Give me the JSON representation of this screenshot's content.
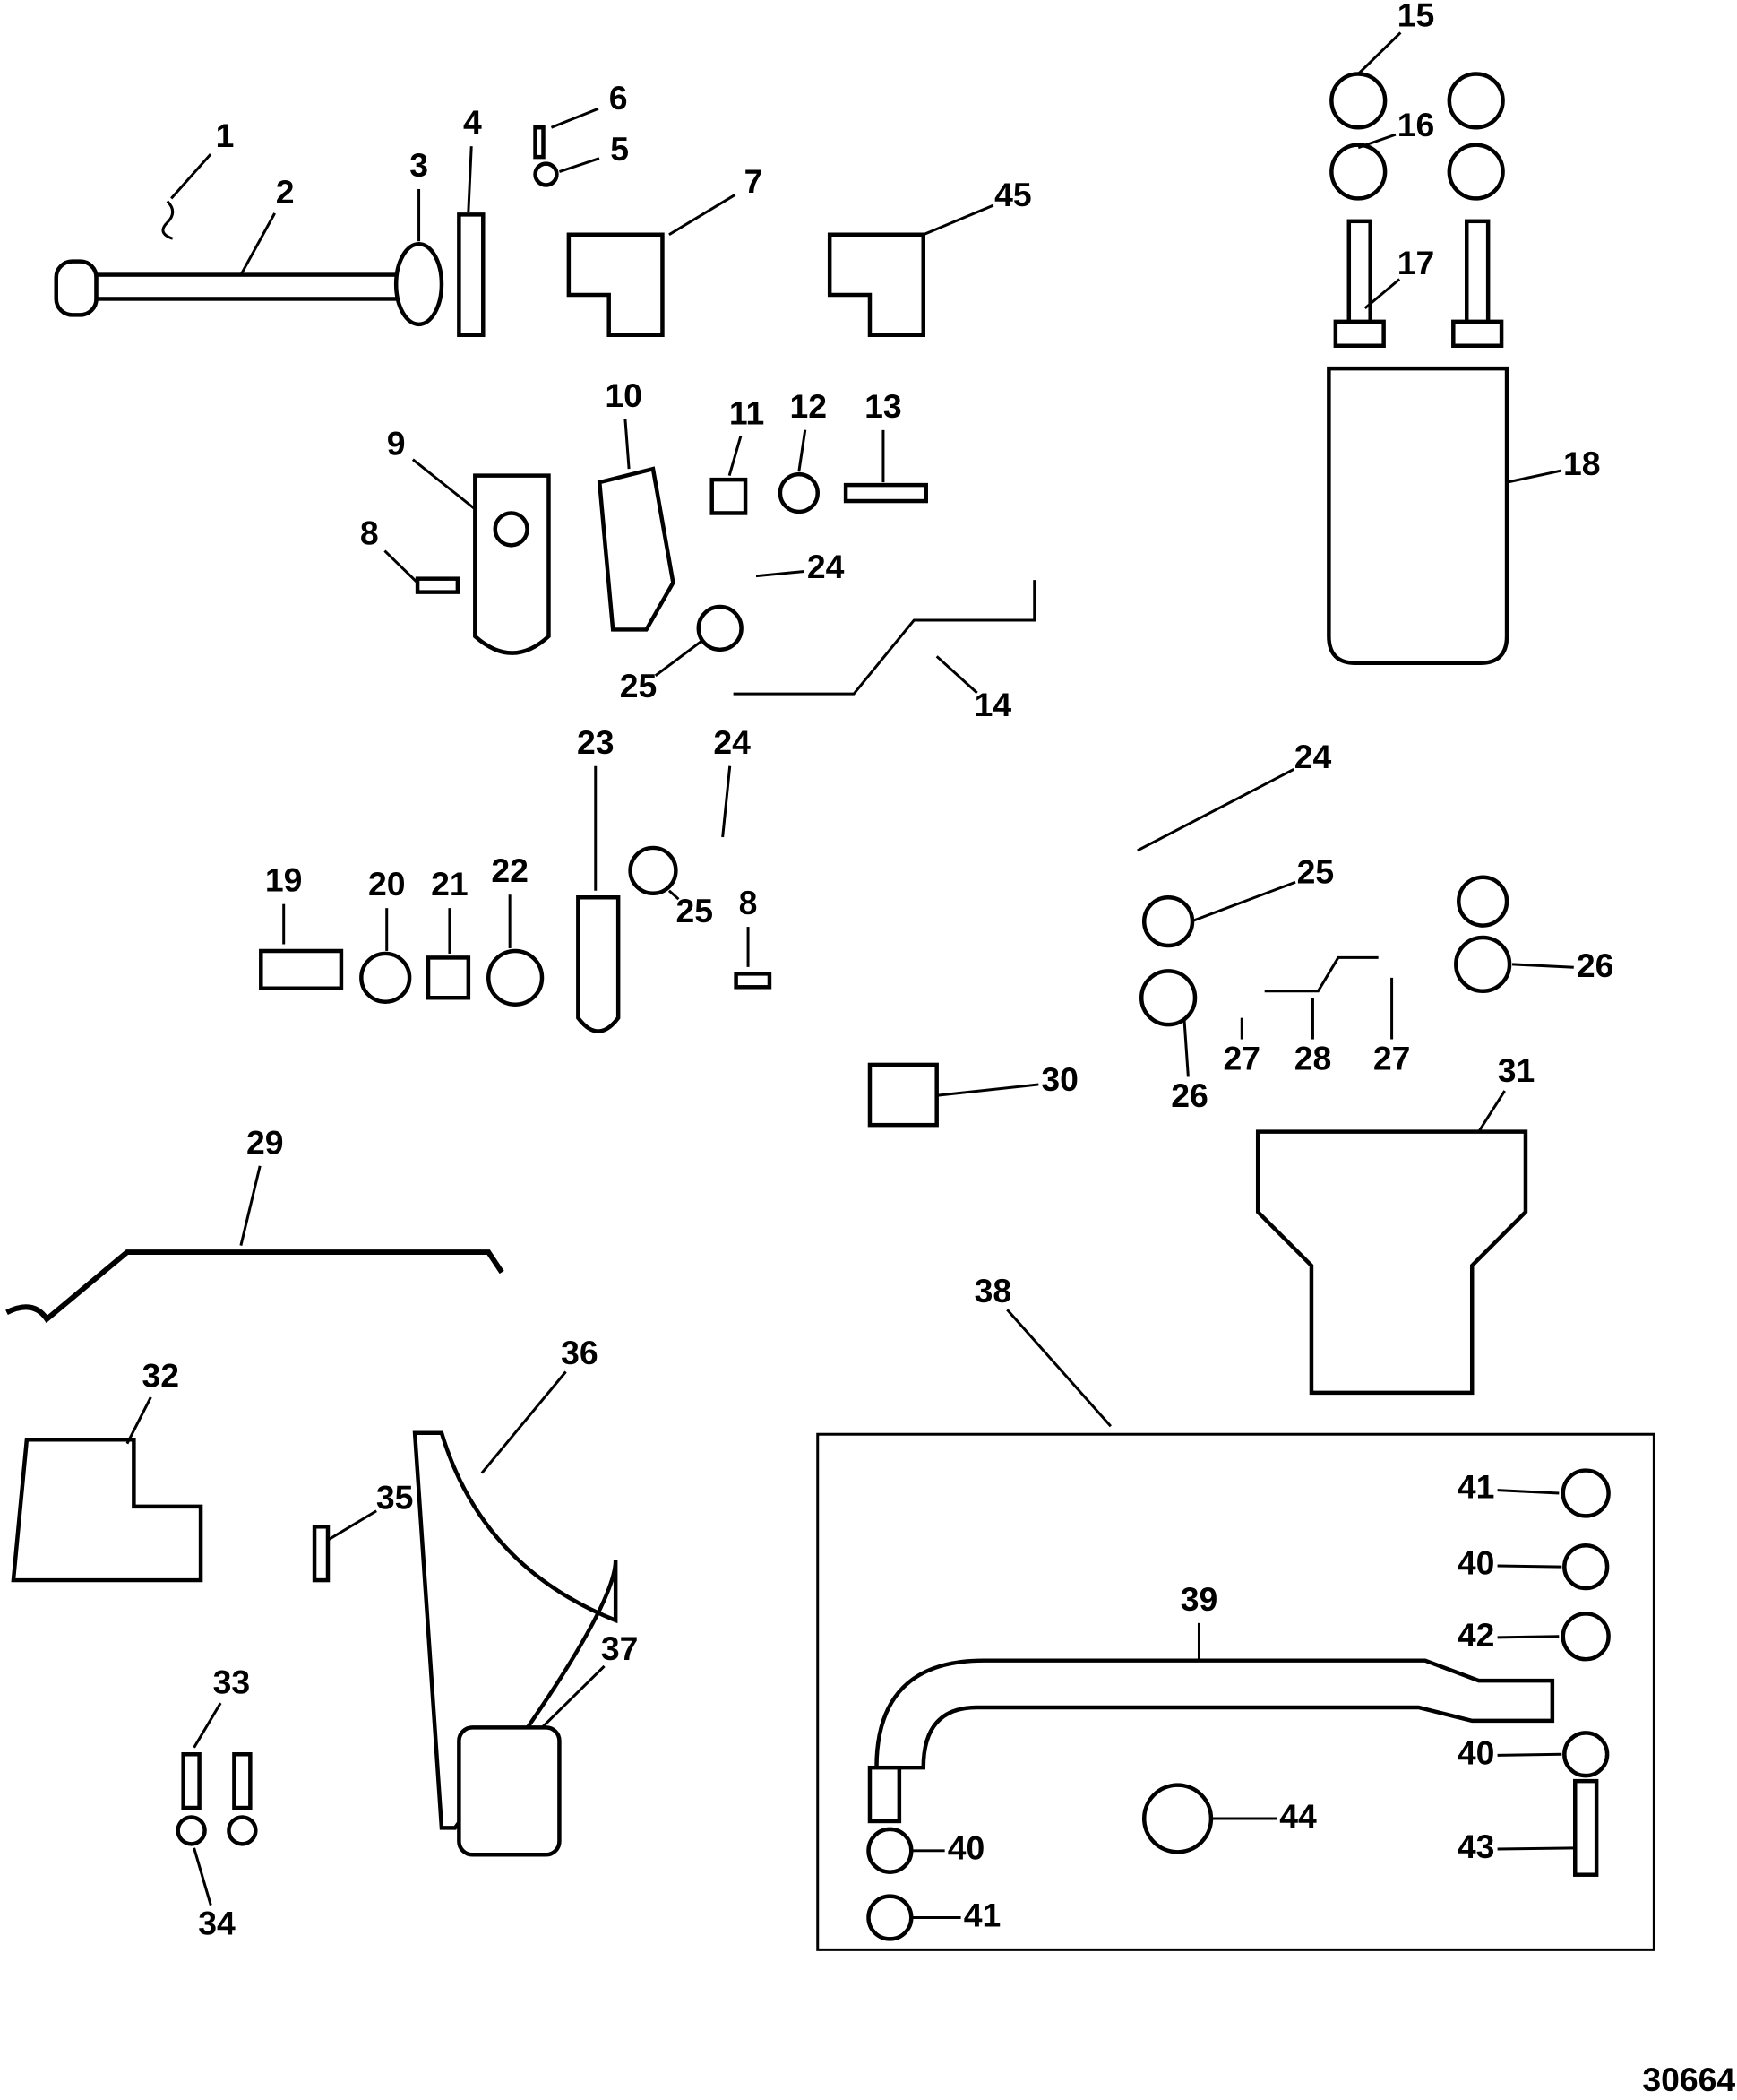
{
  "diagram": {
    "type": "exploded parts diagram",
    "figure_number": "30664",
    "callouts": [
      "1",
      "2",
      "3",
      "4",
      "6",
      "5",
      "7",
      "45",
      "15",
      "16",
      "17",
      "18",
      "10",
      "11",
      "12",
      "13",
      "9",
      "8",
      "24",
      "25",
      "14",
      "23",
      "24",
      "24",
      "25",
      "26",
      "19",
      "20",
      "21",
      "22",
      "25",
      "8",
      "30",
      "27",
      "28",
      "27",
      "26",
      "31",
      "29",
      "38",
      "32",
      "36",
      "35",
      "41",
      "40",
      "39",
      "42",
      "37",
      "33",
      "40",
      "44",
      "43",
      "40",
      "34",
      "41"
    ]
  }
}
